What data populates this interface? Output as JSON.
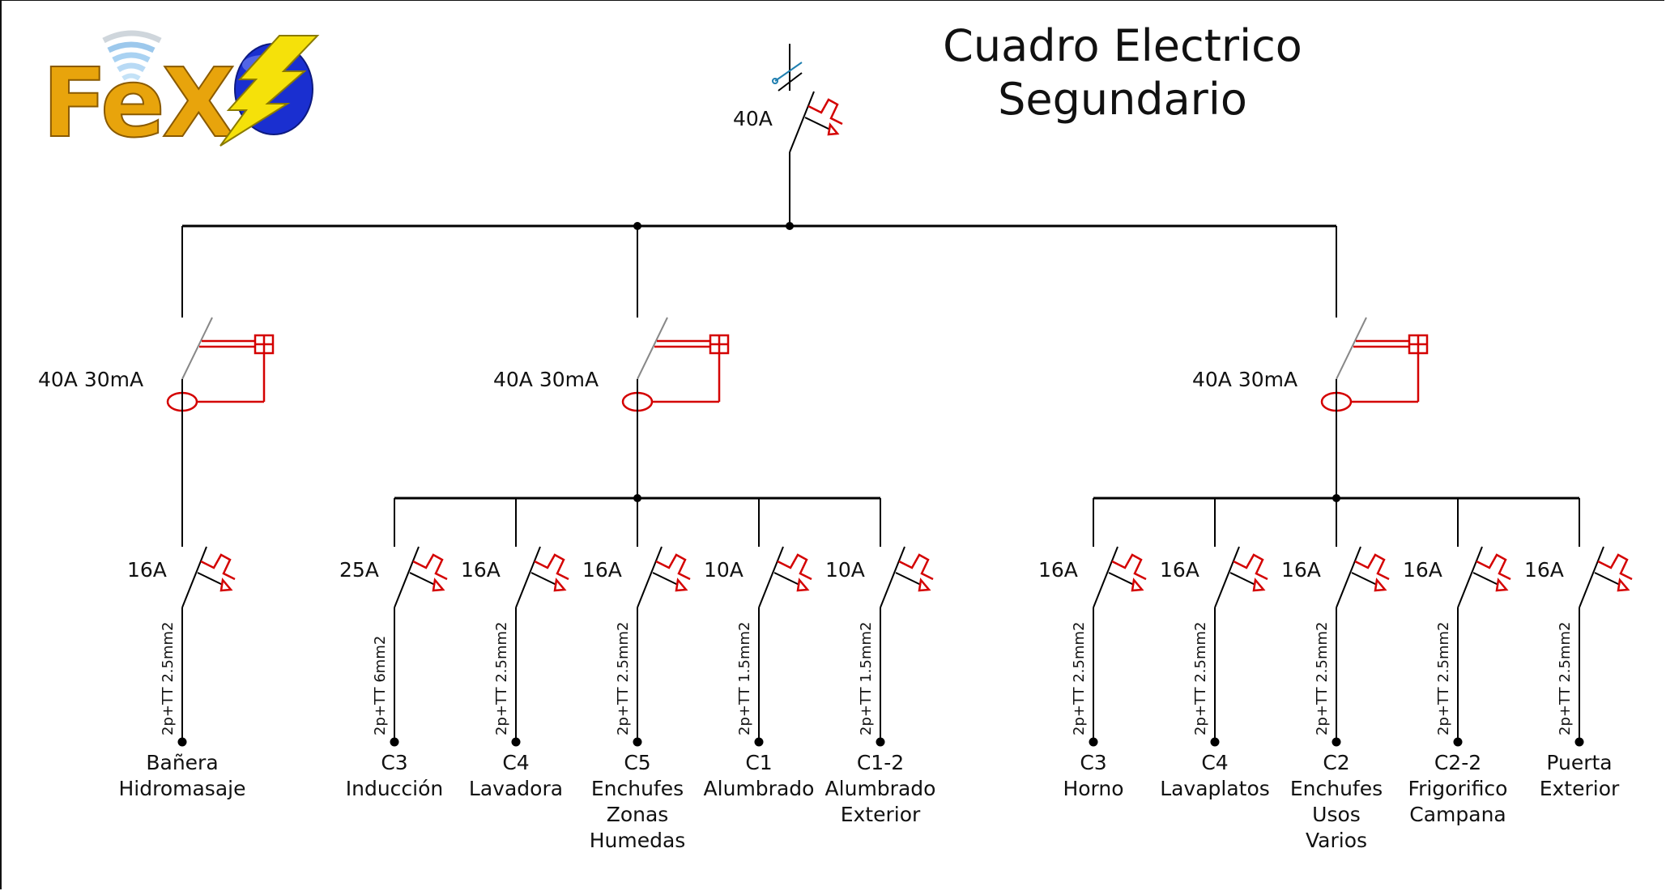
{
  "title": {
    "line1": "Cuadro Electrico",
    "line2": "Segundario"
  },
  "logo": {
    "text": "FeX",
    "icon": "lightning-bolt-icon"
  },
  "colors": {
    "wire": "#000000",
    "protection": "#d40000",
    "isolator": "#1f7fb0",
    "logo_text": "#e8a40c",
    "logo_globe": "#1a2fd0",
    "logo_bolt": "#f5e10a"
  },
  "main_breaker": {
    "rating": "40A"
  },
  "rcds": [
    {
      "id": "rcd-1",
      "rating": "40A 30mA"
    },
    {
      "id": "rcd-2",
      "rating": "40A 30mA"
    },
    {
      "id": "rcd-3",
      "rating": "40A 30mA"
    }
  ],
  "circuits": [
    {
      "group": 0,
      "rating": "16A",
      "cable": "2p+TT 2.5mm2",
      "label": [
        "Bañera",
        "Hidromasaje"
      ]
    },
    {
      "group": 1,
      "rating": "25A",
      "cable": "2p+TT 6mm2",
      "label": [
        "C3",
        "Inducción"
      ]
    },
    {
      "group": 1,
      "rating": "16A",
      "cable": "2p+TT 2.5mm2",
      "label": [
        "C4",
        "Lavadora"
      ]
    },
    {
      "group": 1,
      "rating": "16A",
      "cable": "2p+TT 2.5mm2",
      "label": [
        "C5",
        "Enchufes",
        "Zonas",
        "Humedas"
      ]
    },
    {
      "group": 1,
      "rating": "10A",
      "cable": "2p+TT 1.5mm2",
      "label": [
        "C1",
        "Alumbrado"
      ]
    },
    {
      "group": 1,
      "rating": "10A",
      "cable": "2p+TT 1.5mm2",
      "label": [
        "C1-2",
        "Alumbrado",
        "Exterior"
      ]
    },
    {
      "group": 2,
      "rating": "16A",
      "cable": "2p+TT 2.5mm2",
      "label": [
        "C3",
        "Horno"
      ]
    },
    {
      "group": 2,
      "rating": "16A",
      "cable": "2p+TT 2.5mm2",
      "label": [
        "C4",
        "Lavaplatos"
      ]
    },
    {
      "group": 2,
      "rating": "16A",
      "cable": "2p+TT 2.5mm2",
      "label": [
        "C2",
        "Enchufes",
        "Usos",
        "Varios"
      ]
    },
    {
      "group": 2,
      "rating": "16A",
      "cable": "2p+TT 2.5mm2",
      "label": [
        "C2-2",
        "Frigorifico",
        "Campana"
      ]
    },
    {
      "group": 2,
      "rating": "16A",
      "cable": "2p+TT 2.5mm2",
      "label": [
        "Puerta",
        "Exterior"
      ]
    }
  ]
}
